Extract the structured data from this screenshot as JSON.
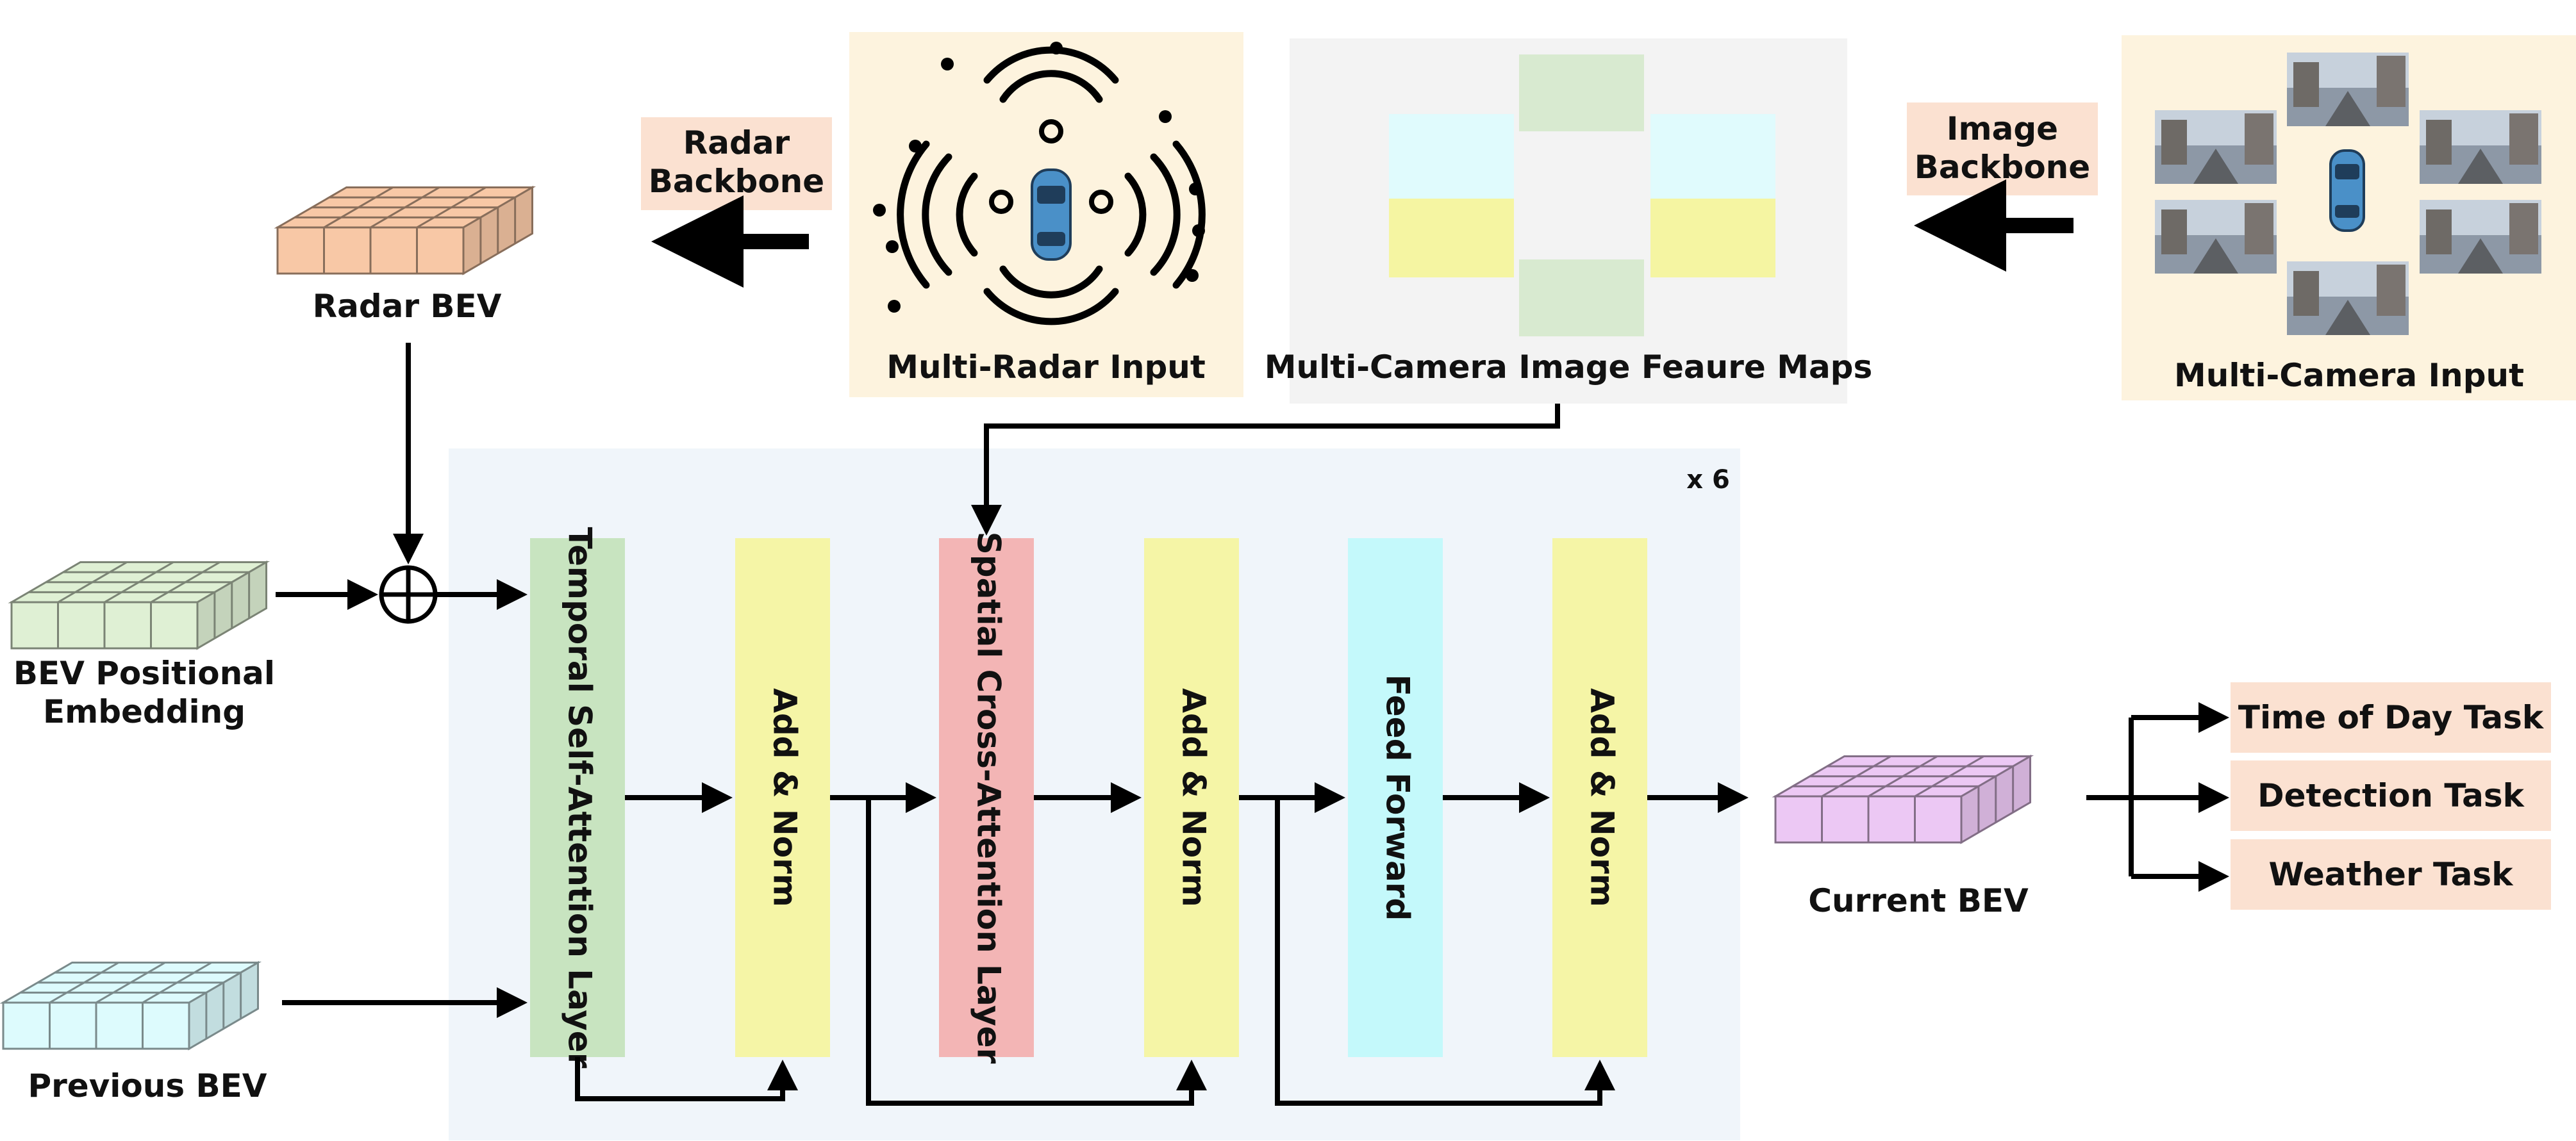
{
  "colors": {
    "encoder_bg": "#f0f5fa",
    "temporal": "#c8e4c0",
    "add_norm": "#f5f5a6",
    "spatial": "#f3b5b5",
    "feed_forward": "#c4f9fb",
    "backbone_label": "#fbe1d1",
    "input_panel": "#fdf3de",
    "feature_panel": "#f3f3f3",
    "task_box": "#fbe1d1",
    "radar_bev": "#f8c8a6",
    "pos_embed": "#dff0d4",
    "prev_bev": "#ddfbfd",
    "current_bev": "#ecc8f4",
    "car": "#4a90c8"
  },
  "inputs": {
    "radar_input": "Multi-Radar Input",
    "feature_maps": "Multi-Camera Image Feaure Maps",
    "camera_input": "Multi-Camera Input"
  },
  "backbones": {
    "radar_line1": "Radar",
    "radar_line2": "Backbone",
    "image_line1": "Image",
    "image_line2": "Backbone"
  },
  "bev": {
    "radar": "Radar BEV",
    "pos_line1": "BEV Positional",
    "pos_line2": "Embedding",
    "previous": "Previous BEV",
    "current": "Current BEV"
  },
  "encoder": {
    "repeat": "x 6",
    "temporal": "Temporal Self-Attention Layer",
    "add_norm": "Add & Norm",
    "spatial": "Spatial Cross-Attention Layer",
    "feed_forward": "Feed Forward"
  },
  "tasks": [
    "Time of Day Task",
    "Detection Task",
    "Weather Task"
  ],
  "icons": {
    "add": "circled-plus-icon",
    "car": "car-icon",
    "radar": "radar-wave-icon"
  }
}
